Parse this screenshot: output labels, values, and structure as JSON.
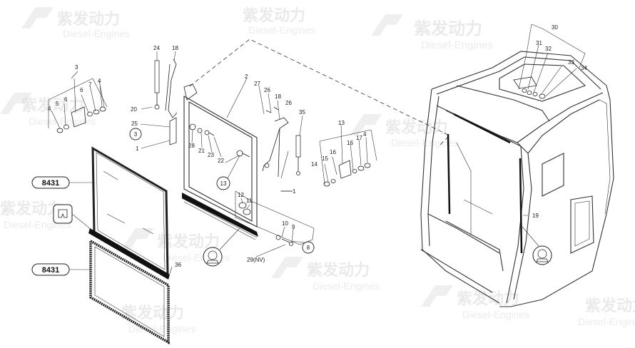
{
  "watermark": {
    "brand": "紫发动力",
    "sub": "Diesel-Engines"
  },
  "refs": {
    "upper": "8431",
    "lower": "8431"
  },
  "labels": {
    "l1a": "1",
    "l1b": "1",
    "l2": "2",
    "l3": "3",
    "l4a": "4",
    "l4b": "4",
    "l5": "5",
    "l6a": "6",
    "l6b": "6",
    "l7": "7",
    "l8": "8",
    "l9": "9",
    "l10": "10",
    "l11": "11",
    "l12": "12",
    "l13a": "13",
    "l13b": "13",
    "l14": "14",
    "l15": "15",
    "l16a": "16",
    "l16b": "16",
    "l17": "17",
    "l18a": "18",
    "l18b": "18",
    "l19": "19",
    "l20": "20",
    "l21": "21",
    "l22": "22",
    "l23": "23",
    "l24": "24",
    "l25": "25",
    "l26a": "26",
    "l26b": "26",
    "l27": "27",
    "l28": "28",
    "l29": "29(NV)",
    "l30": "30",
    "l31": "31",
    "l32": "32",
    "l33": "33",
    "l34": "34",
    "l35": "35",
    "l36": "36",
    "l3c": "3"
  }
}
